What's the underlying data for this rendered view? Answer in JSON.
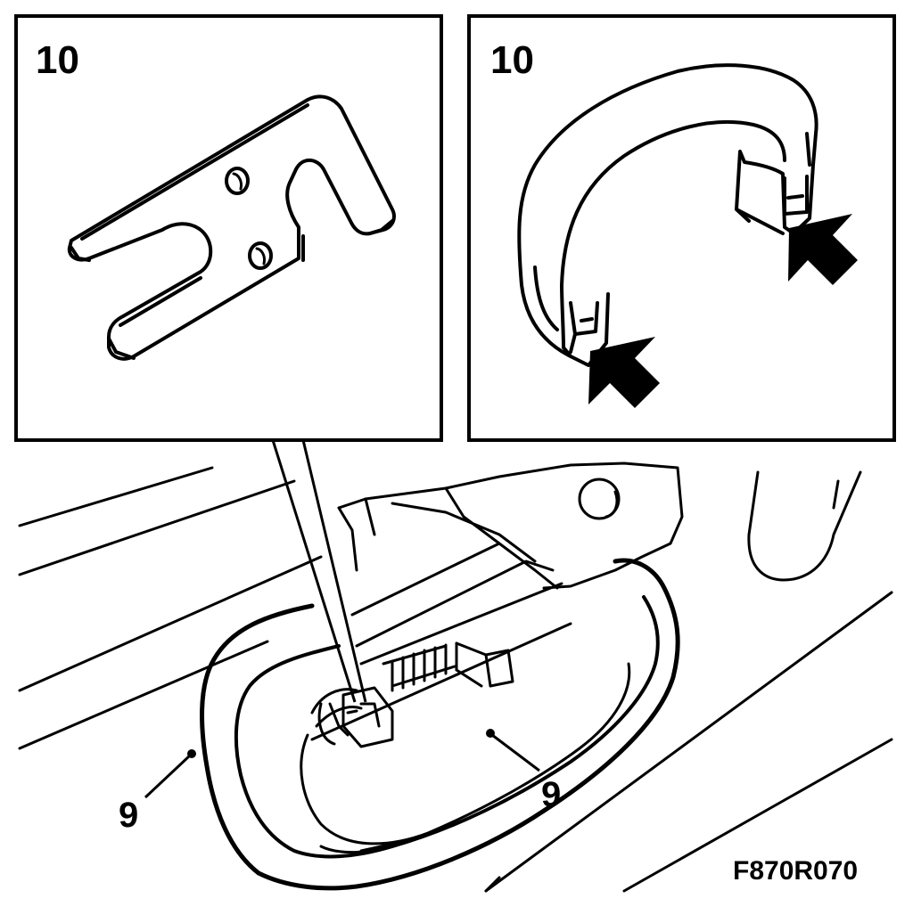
{
  "figure": {
    "code": "F870R070",
    "insets": [
      {
        "number": "10"
      },
      {
        "number": "10"
      }
    ],
    "callouts": [
      {
        "number": "9"
      },
      {
        "number": "9"
      }
    ]
  },
  "colors": {
    "ink": "#000000",
    "paper": "#ffffff"
  }
}
